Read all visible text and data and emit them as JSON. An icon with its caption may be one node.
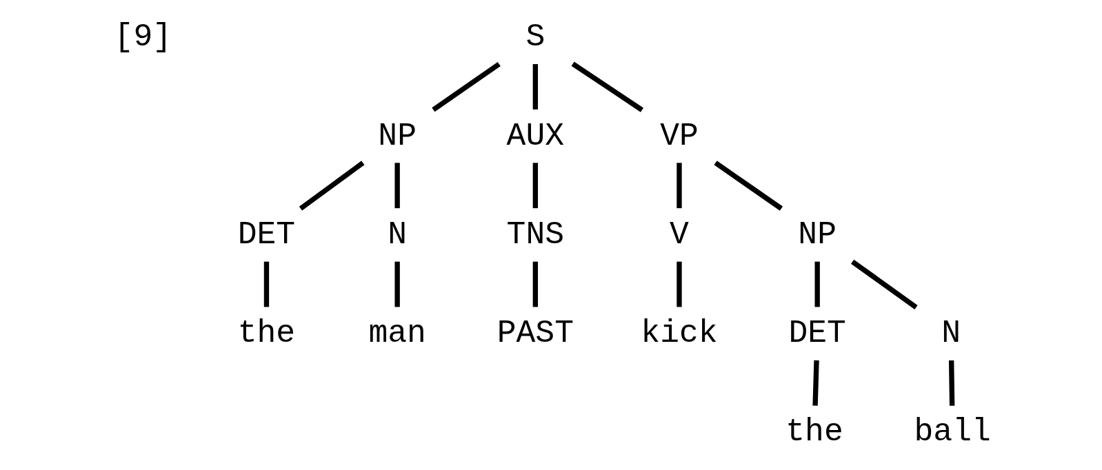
{
  "diagram": {
    "nodes": [
      {
        "text": [
          "S"
        ]
      },
      {
        "text": [
          "NP"
        ]
      },
      {
        "text": [
          "AUX"
        ]
      },
      {
        "text": [
          "VP"
        ]
      },
      {
        "text": [
          "DET"
        ]
      },
      {
        "text": [
          "N"
        ]
      },
      {
        "text": [
          "the"
        ]
      },
      {
        "text": [
          "man"
        ]
      },
      {
        "text": [
          "TNS"
        ]
      },
      {
        "text": [
          "PAST"
        ]
      },
      {
        "text": [
          "V"
        ]
      },
      {
        "text": [
          "NP"
        ]
      },
      {
        "text": [
          "kick"
        ]
      },
      {
        "text": [
          "DET"
        ]
      },
      {
        "text": [
          "N"
        ]
      },
      {
        "text": [
          "the"
        ]
      },
      {
        "text": [
          "ball"
        ]
      }
    ],
    "edges": [
      {
        "from": 0,
        "to": 1,
        "arrow": "none"
      },
      {
        "from": 0,
        "to": 2,
        "arrow": "none"
      },
      {
        "from": 0,
        "to": 3,
        "arrow": "none"
      },
      {
        "from": 1,
        "to": 4,
        "arrow": "none"
      },
      {
        "from": 1,
        "to": 5,
        "arrow": "none"
      },
      {
        "from": 4,
        "to": 6,
        "arrow": "none"
      },
      {
        "from": 5,
        "to": 7,
        "arrow": "none"
      },
      {
        "from": 2,
        "to": 8,
        "arrow": "none"
      },
      {
        "from": 8,
        "to": 9,
        "arrow": "none"
      },
      {
        "from": 3,
        "to": 10,
        "arrow": "none"
      },
      {
        "from": 3,
        "to": 11,
        "arrow": "none"
      },
      {
        "from": 10,
        "to": 12,
        "arrow": "none"
      },
      {
        "from": 11,
        "to": 13,
        "arrow": "none"
      },
      {
        "from": 11,
        "to": 14,
        "arrow": "none"
      },
      {
        "from": 13,
        "to": 15,
        "arrow": "none"
      },
      {
        "from": 14,
        "to": 16,
        "arrow": "none"
      }
    ],
    "labels": [
      "[9]"
    ]
  }
}
